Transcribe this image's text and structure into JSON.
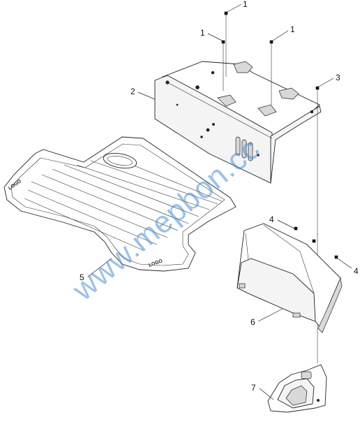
{
  "callouts": {
    "c1a": "1",
    "c1b": "1",
    "c1c": "1",
    "c2": "2",
    "c3": "3",
    "c4a": "4",
    "c4b": "4",
    "c5": "5",
    "c6": "6",
    "c7": "7"
  },
  "watermark": "www.mepbon.cc",
  "colors": {
    "watermark": "#4a90d9",
    "line": "#222222"
  }
}
